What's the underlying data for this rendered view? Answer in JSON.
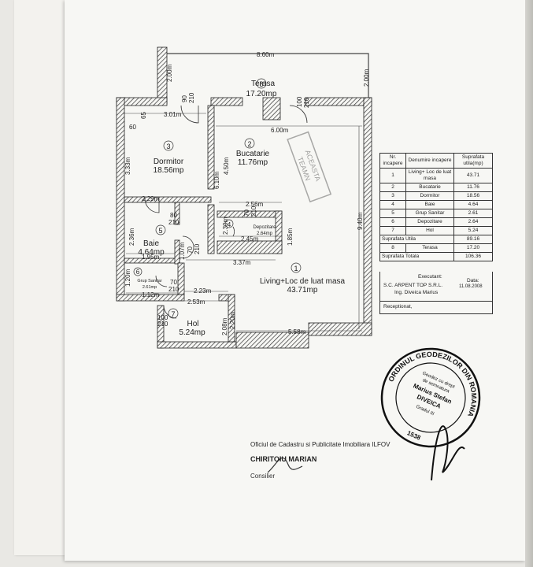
{
  "plan": {
    "rooms": [
      {
        "num": "1",
        "name": "Living+Loc de luat masa",
        "area": "43.71mp"
      },
      {
        "num": "2",
        "name": "Bucatarie",
        "area": "11.76mp"
      },
      {
        "num": "3",
        "name": "Dormitor",
        "area": "18.56mp"
      },
      {
        "num": "4",
        "name": "Depozitare",
        "area": "2.64mp"
      },
      {
        "num": "5",
        "name": "Baie",
        "area": "4.64mp"
      },
      {
        "num": "6",
        "name": "Grup Sanitar",
        "area": "2.61mp"
      },
      {
        "num": "7",
        "name": "Hol",
        "area": "5.24mp"
      },
      {
        "num": "8",
        "name": "Terasa",
        "area": "17.20mp"
      }
    ],
    "dims": {
      "d860": "8.60m",
      "d200a": "2.00m",
      "d200b": "2.00m",
      "d301": "3.01m",
      "d600": "6.00m",
      "d65": "65",
      "d60": "60",
      "d333": "3.33m",
      "d450": "4.50m",
      "d610": "6.10m",
      "d940": "9.40m",
      "d229": "2.29m",
      "d256": "2.56m",
      "d245": "2.45m",
      "d185": "1.85m",
      "d230": "2.30m",
      "d195": "1.95m",
      "d236": "2.36m",
      "d337": "3.37m",
      "d120": "1.20m",
      "d112": "1.12m",
      "d223": "2.23m",
      "d253": "2.53m",
      "d208": "2.08m",
      "d220": "2.20m",
      "d558": "5.58m",
      "d107": "1.07m",
      "door90": "90",
      "door210a": "210",
      "door100a": "100",
      "door210b": "210",
      "door80": "80",
      "door210c": "210",
      "door70a": "70",
      "door210d": "210",
      "door70b": "70",
      "door210e": "210",
      "door70c": "70",
      "door210f": "210",
      "door100b": "100",
      "door210g": "210"
    }
  },
  "table": {
    "headers": [
      "Nr. incapere",
      "Denumire incapere",
      "Suprafata utila(mp)"
    ],
    "rows": [
      {
        "nr": "1",
        "name": "Living+ Loc de luat masa",
        "area": "43.71"
      },
      {
        "nr": "2",
        "name": "Bucatarie",
        "area": "11.76"
      },
      {
        "nr": "3",
        "name": "Dormitor",
        "area": "18.56"
      },
      {
        "nr": "4",
        "name": "Baie",
        "area": "4.64"
      },
      {
        "nr": "5",
        "name": "Grup Sanitar",
        "area": "2.61"
      },
      {
        "nr": "6",
        "name": "Depozitare",
        "area": "2.64"
      },
      {
        "nr": "7",
        "name": "Hol",
        "area": "5.24"
      }
    ],
    "useful_label": "Suprafata Utila",
    "useful_value": "89.16",
    "terrace": {
      "nr": "8",
      "name": "Terasa",
      "area": "17.20"
    },
    "total_label": "Suprafata Totala",
    "total_value": "106.36",
    "executor_label": "Executant:",
    "executor_company": "S.C. ARPENT TOP S.R.L.",
    "executor_engineer": "Ing. Diveica Marius",
    "date_label": "Data:",
    "date_value": "11.08.2008",
    "receptionat": "Receptionat,"
  },
  "stamp": {
    "outer_text": "ORDINUL GEODEZILOR DIN ROMANIA",
    "line1": "Geodez cu drept",
    "line2": "de semnatura",
    "name1": "Marius Stefan",
    "name2": "DIVEICA",
    "grade": "Gradul III",
    "number": "1538"
  },
  "diagonal_stamp": {
    "line1": "ACEASTA",
    "line2": "TEAMN"
  },
  "footer": {
    "office": "Oficiul de Cadastru si Publicitate Imobiliara ILFOV",
    "chief": "CHIRITOIU MARIAN",
    "role": "Consilier"
  }
}
